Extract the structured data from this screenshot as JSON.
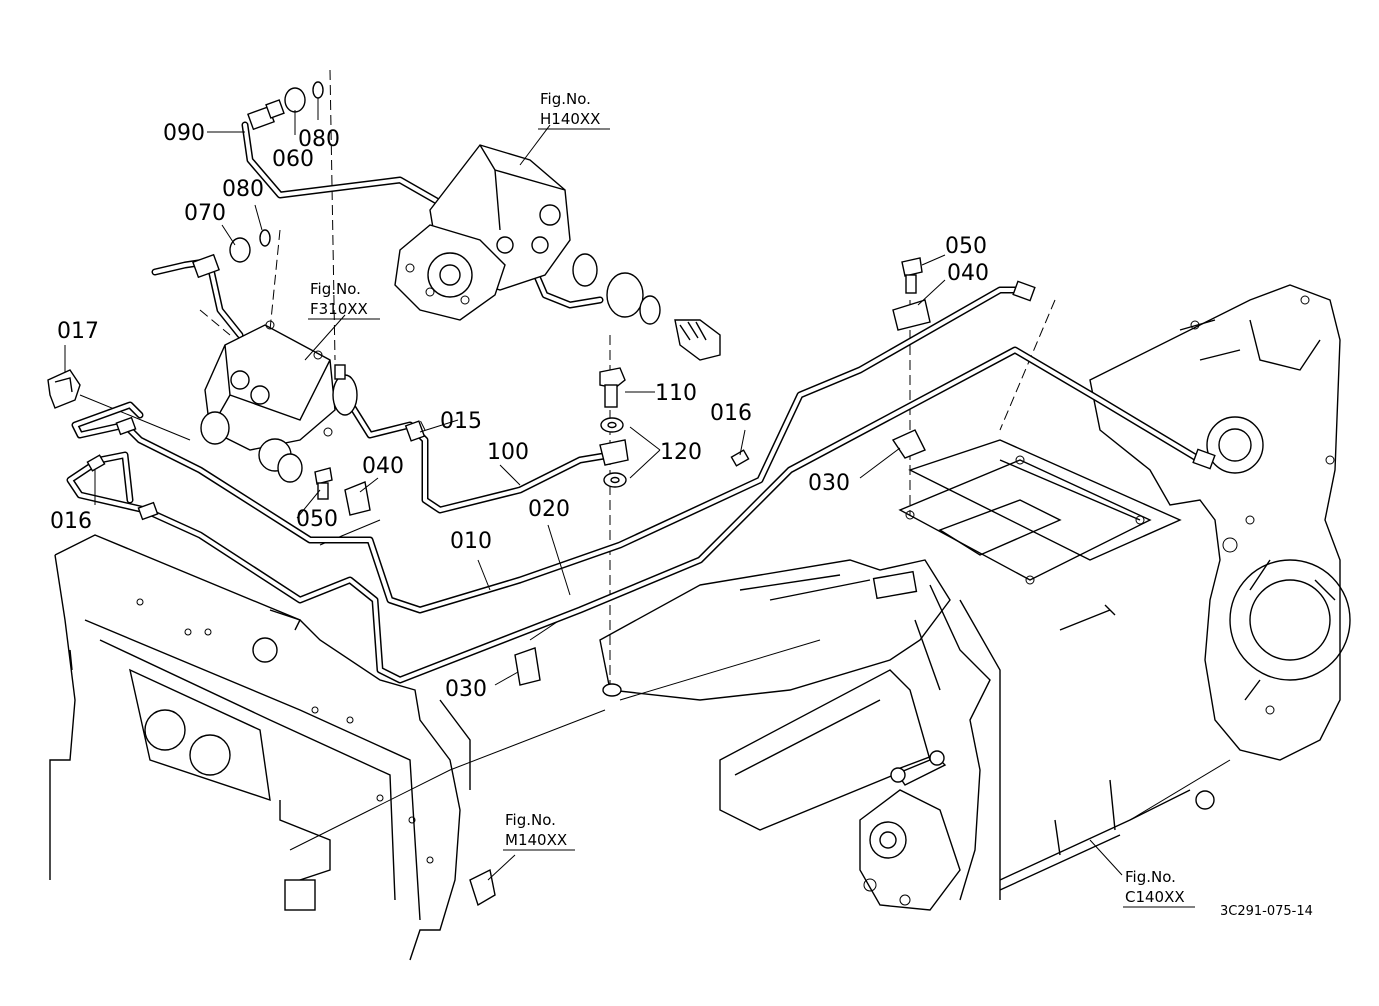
{
  "diagram": {
    "drawing_code": "3C291-075-14",
    "figure_refs": [
      {
        "id": "h140",
        "label": "Fig.No.",
        "code": "H140XX"
      },
      {
        "id": "f310",
        "label": "Fig.No.",
        "code": "F310XX"
      },
      {
        "id": "m140",
        "label": "Fig.No.",
        "code": "M140XX"
      },
      {
        "id": "c140",
        "label": "Fig.No.",
        "code": "C140XX"
      }
    ],
    "callouts": {
      "p090": "090",
      "p060": "060",
      "p080a": "080",
      "p080b": "080",
      "p070": "070",
      "p050a": "050",
      "p040a": "040",
      "p017": "017",
      "p015": "015",
      "p110": "110",
      "p016a": "016",
      "p120": "120",
      "p100": "100",
      "p040b": "040",
      "p030a": "030",
      "p016b": "016",
      "p050b": "050",
      "p020": "020",
      "p010": "010",
      "p030b": "030"
    }
  }
}
